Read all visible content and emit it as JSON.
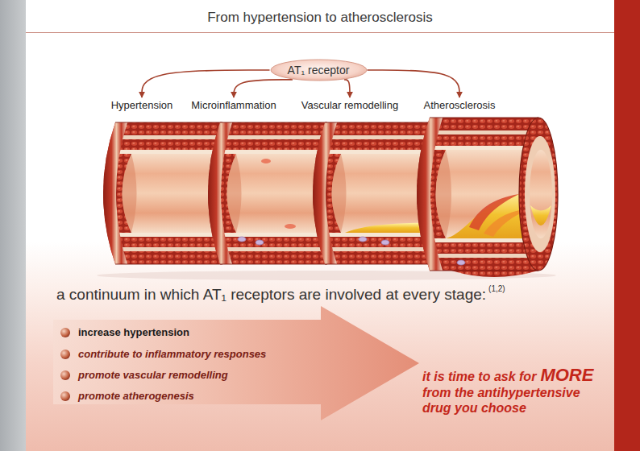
{
  "diagram": {
    "title": "From hypertension to atherosclerosis",
    "nodes": [
      {
        "text": [
          "AT₁ receptor"
        ]
      },
      {
        "text": [
          "Hypertension"
        ]
      },
      {
        "text": [
          "Microinflammation"
        ]
      },
      {
        "text": [
          "Vascular remodelling"
        ]
      },
      {
        "text": [
          "Atherosclerosis"
        ]
      },
      {
        "text": [
          "increase hypertension",
          "contribute to inflammatory responses",
          "promote vascular remodelling",
          "promote atherogenesis"
        ]
      }
    ],
    "edges": [
      {
        "from": 0,
        "to": 1,
        "arrow": "to"
      },
      {
        "from": 0,
        "to": 2,
        "arrow": "to"
      },
      {
        "from": 0,
        "to": 3,
        "arrow": "to"
      },
      {
        "from": 0,
        "to": 4,
        "arrow": "to"
      }
    ],
    "labels": [
      "a continuum in which AT₁ receptors are involved at every stage:",
      "(1,2)",
      "it is time to ask for",
      "MORE",
      "from the antihypertensive drug you choose"
    ]
  }
}
